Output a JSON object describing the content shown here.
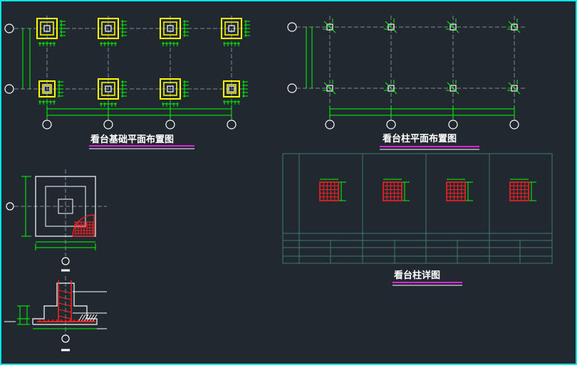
{
  "titles": {
    "foundation_plan": "看台基础平面布置图",
    "column_plan": "看台柱平面布置图",
    "column_detail": "看台柱详图"
  },
  "colors": {
    "background": "#212830",
    "frame": "#00e5e5",
    "axis_line": "#7f8a94",
    "drawing_line": "#ffffff",
    "dimension": "#00ff00",
    "footing": "#ffff00",
    "rebar": "#ff2020",
    "hatch": "#ffffff",
    "underline_primary": "#e020e0",
    "table_grid": "#3f7a72"
  }
}
